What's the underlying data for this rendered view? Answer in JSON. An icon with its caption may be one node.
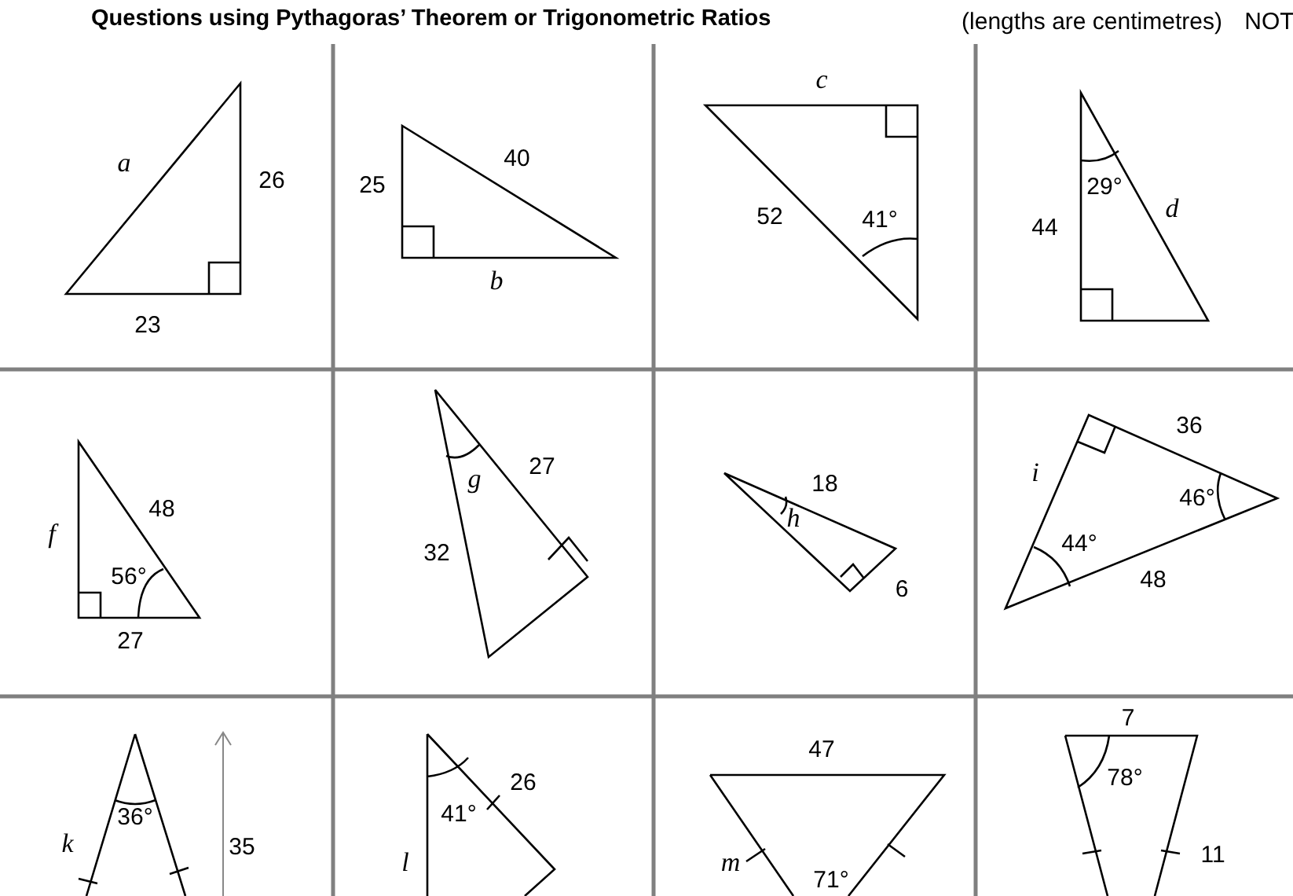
{
  "diagram": {
    "title": "Questions using Pythagoras’ Theorem or Trigonometric Ratios",
    "labels": [
      "(lengths are centimetres)",
      "NOT",
      "a",
      "26",
      "23",
      "40",
      "25",
      "b",
      "c",
      "52",
      "41°",
      "29°",
      "d",
      "44",
      "f",
      "48",
      "56°",
      "27",
      "g",
      "27",
      "32",
      "18",
      "h",
      "6",
      "36",
      "i",
      "46°",
      "44°",
      "48",
      "k",
      "36°",
      "35",
      "26",
      "41°",
      "l",
      "47",
      "m",
      "71°",
      "7",
      "78°",
      "11"
    ]
  }
}
